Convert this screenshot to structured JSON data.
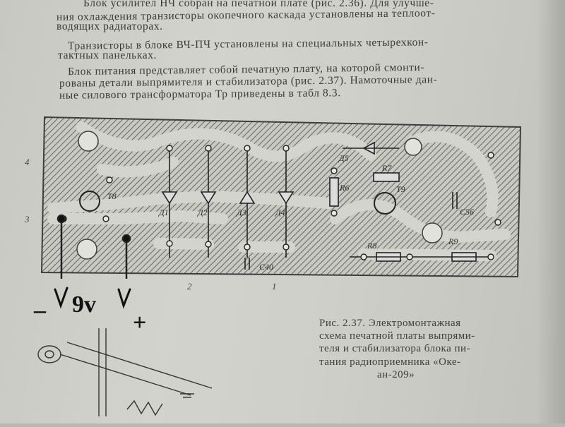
{
  "text": {
    "lines": [
      "Блок усилител НЧ собран на печатной плате (рис. 2.36). Для улучше-",
      "ния охлаждения транзисторы окопечного каскада установлены на теплоот-",
      "водящих радиаторах.",
      "Транзисторы в блоке ВЧ-ПЧ установлены на специальных четырехкон-",
      "тактных панельках.",
      "Блок питания представляет собой печатную плату, на которой смонти-",
      "рованы детали выпрямителя и стабилизатора (рис. 2.37). Намоточные дан-",
      "ные силового трансформатора Тр приведены в табл 8.3."
    ]
  },
  "board": {
    "labels": {
      "t8": "Т8",
      "t9": "Т9",
      "d1": "Д1",
      "d2": "Д2",
      "d3": "Д3",
      "d4": "Д4",
      "d5": "Д5",
      "r6": "R6",
      "r7": "R7",
      "r8": "R8",
      "r9": "R9",
      "c56": "С56",
      "c40": "С40",
      "pin4": "4",
      "pin3": "3",
      "pin2": "2",
      "pin1": "1"
    }
  },
  "handwriting": {
    "minus": "–",
    "voltage": "9v",
    "plus": "+"
  },
  "caption": {
    "lines": [
      "Рис. 2.37. Электромонтажная",
      "схема печатной платы выпрями-",
      "теля и стабилизатора блока пи-",
      "тания радиоприемника «Оке-",
      "ан-209»"
    ]
  }
}
